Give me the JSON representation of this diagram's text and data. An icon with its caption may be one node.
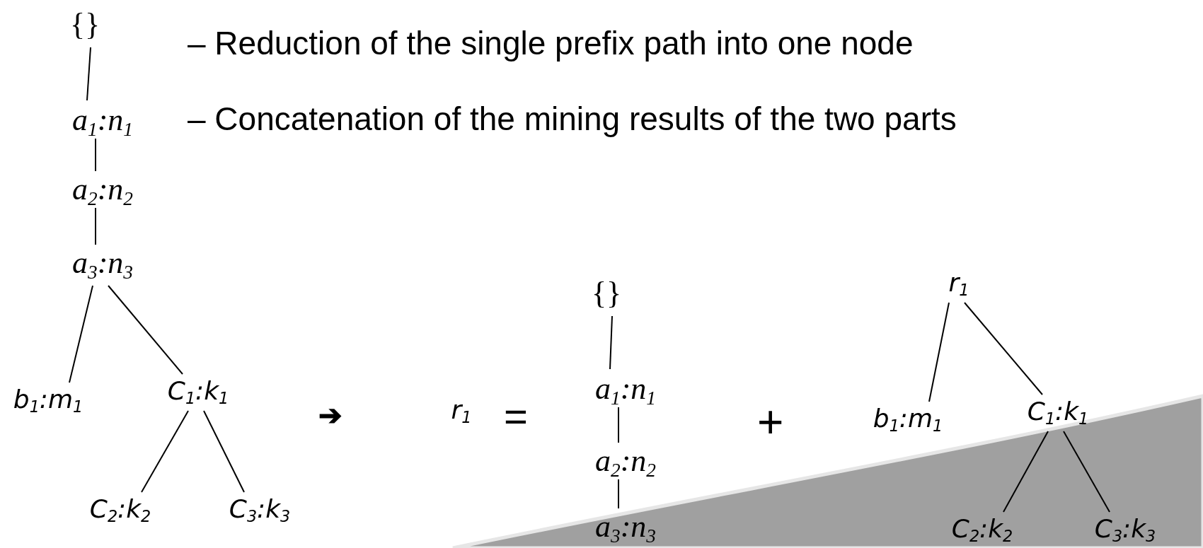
{
  "diagram": {
    "nodes": [
      {
        "text": [
          "{}"
        ]
      },
      {
        "text": [
          "a$_{1}$:n$_{1}$"
        ]
      },
      {
        "text": [
          "a$_{2}$:n$_{2}$"
        ]
      },
      {
        "text": [
          "a$_{3}$:n$_{3}$"
        ]
      },
      {
        "text": [
          "b$_{1}$:m$_{1}$"
        ]
      },
      {
        "text": [
          "C$_{1}$:k$_{1}$"
        ]
      },
      {
        "text": [
          "C$_{2}$:k$_{2}$"
        ]
      },
      {
        "text": [
          "C$_{3}$:k$_{3}$"
        ]
      },
      {
        "text": [
          "r$_{1}$"
        ]
      },
      {
        "text": [
          "{}"
        ]
      },
      {
        "text": [
          "a$_{1}$:n$_{1}$"
        ]
      },
      {
        "text": [
          "a$_{2}$:n$_{2}$"
        ]
      },
      {
        "text": [
          "a$_{3}$:n$_{3}$"
        ]
      },
      {
        "text": [
          "r$_{1}$"
        ]
      },
      {
        "text": [
          "b$_{1}$:m$_{1}$"
        ]
      },
      {
        "text": [
          "C$_{1}$:k$_{1}$"
        ]
      },
      {
        "text": [
          "C$_{2}$:k$_{2}$"
        ]
      },
      {
        "text": [
          "C$_{3}$:k$_{3}$"
        ]
      }
    ],
    "edges": [
      {
        "from": 0,
        "to": 1,
        "arrow": "none"
      },
      {
        "from": 1,
        "to": 2,
        "arrow": "none"
      },
      {
        "from": 2,
        "to": 3,
        "arrow": "none"
      },
      {
        "from": 3,
        "to": 4,
        "arrow": "none"
      },
      {
        "from": 3,
        "to": 5,
        "arrow": "none"
      },
      {
        "from": 5,
        "to": 6,
        "arrow": "none"
      },
      {
        "from": 5,
        "to": 7,
        "arrow": "none"
      },
      {
        "from": 9,
        "to": 10,
        "arrow": "none"
      },
      {
        "from": 10,
        "to": 11,
        "arrow": "none"
      },
      {
        "from": 11,
        "to": 12,
        "arrow": "none"
      },
      {
        "from": 13,
        "to": 14,
        "arrow": "none"
      },
      {
        "from": 13,
        "to": 15,
        "arrow": "none"
      },
      {
        "from": 15,
        "to": 16,
        "arrow": "none"
      },
      {
        "from": 15,
        "to": 17,
        "arrow": "none"
      }
    ],
    "labels": [
      "– Reduction of the single prefix path into one node",
      "– Concatenation of the mining results of the two parts",
      "➔",
      "=",
      "+"
    ]
  }
}
